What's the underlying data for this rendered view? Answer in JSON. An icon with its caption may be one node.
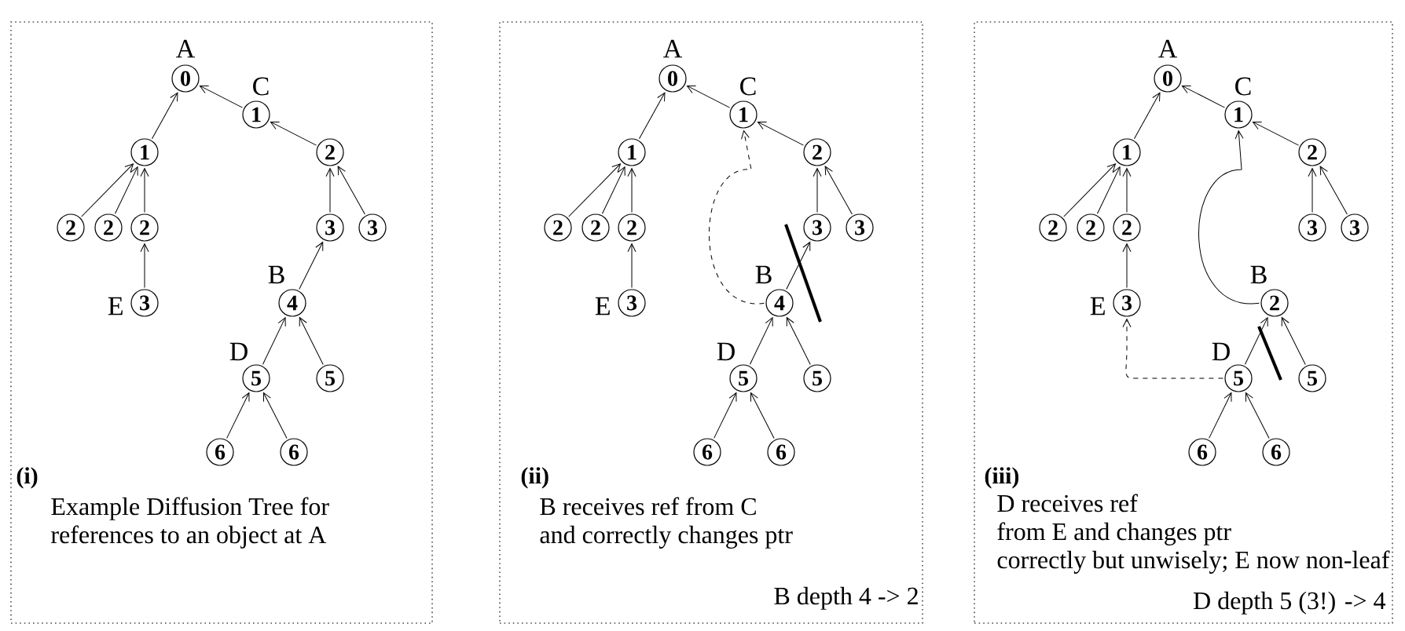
{
  "diagram": {
    "nodes": [
      {
        "text": [
          "(i)",
          "Example Diffusion Tree for references to an object at A"
        ]
      },
      {
        "text": [
          "0"
        ],
        "beside": [
          "A"
        ],
        "in": 0
      },
      {
        "text": [
          "1"
        ],
        "beside": [
          "C"
        ],
        "in": 0
      },
      {
        "text": [
          "1"
        ],
        "in": 0
      },
      {
        "text": [
          "2"
        ],
        "in": 0
      },
      {
        "text": [
          "2"
        ],
        "in": 0
      },
      {
        "text": [
          "2"
        ],
        "in": 0
      },
      {
        "text": [
          "2"
        ],
        "in": 0
      },
      {
        "text": [
          "3"
        ],
        "in": 0
      },
      {
        "text": [
          "3"
        ],
        "in": 0
      },
      {
        "text": [
          "3"
        ],
        "beside": [
          "E"
        ],
        "in": 0
      },
      {
        "text": [
          "4"
        ],
        "beside": [
          "B"
        ],
        "in": 0
      },
      {
        "text": [
          "5"
        ],
        "beside": [
          "D"
        ],
        "in": 0
      },
      {
        "text": [
          "5"
        ],
        "in": 0
      },
      {
        "text": [
          "6"
        ],
        "in": 0
      },
      {
        "text": [
          "6"
        ],
        "in": 0
      },
      {
        "text": [
          "(ii)",
          "B receives ref from C and correctly changes ptr",
          "B depth 4 -> 2"
        ]
      },
      {
        "text": [
          "0"
        ],
        "beside": [
          "A"
        ],
        "in": 16
      },
      {
        "text": [
          "1"
        ],
        "beside": [
          "C"
        ],
        "in": 16
      },
      {
        "text": [
          "1"
        ],
        "in": 16
      },
      {
        "text": [
          "2"
        ],
        "in": 16
      },
      {
        "text": [
          "2"
        ],
        "in": 16
      },
      {
        "text": [
          "2"
        ],
        "in": 16
      },
      {
        "text": [
          "2"
        ],
        "in": 16
      },
      {
        "text": [
          "3"
        ],
        "in": 16
      },
      {
        "text": [
          "3"
        ],
        "in": 16
      },
      {
        "text": [
          "3"
        ],
        "beside": [
          "E"
        ],
        "in": 16
      },
      {
        "text": [
          "4"
        ],
        "beside": [
          "B"
        ],
        "in": 16
      },
      {
        "text": [
          "5"
        ],
        "beside": [
          "D"
        ],
        "in": 16
      },
      {
        "text": [
          "5"
        ],
        "in": 16
      },
      {
        "text": [
          "6"
        ],
        "in": 16
      },
      {
        "text": [
          "6"
        ],
        "in": 16
      },
      {
        "text": [
          "(iii)",
          "D receives ref from E and changes ptr correctly but unwisely; E now non-leaf",
          "D depth 5 (3!) -> 4"
        ]
      },
      {
        "text": [
          "0"
        ],
        "beside": [
          "A"
        ],
        "in": 32
      },
      {
        "text": [
          "1"
        ],
        "beside": [
          "C"
        ],
        "in": 32
      },
      {
        "text": [
          "1"
        ],
        "in": 32
      },
      {
        "text": [
          "2"
        ],
        "in": 32
      },
      {
        "text": [
          "2"
        ],
        "in": 32
      },
      {
        "text": [
          "2"
        ],
        "in": 32
      },
      {
        "text": [
          "2"
        ],
        "in": 32
      },
      {
        "text": [
          "3"
        ],
        "in": 32
      },
      {
        "text": [
          "3"
        ],
        "in": 32
      },
      {
        "text": [
          "3"
        ],
        "beside": [
          "E"
        ],
        "in": 32
      },
      {
        "text": [
          "2"
        ],
        "beside": [
          "B"
        ],
        "in": 32
      },
      {
        "text": [
          "5"
        ],
        "beside": [
          "D"
        ],
        "in": 32
      },
      {
        "text": [
          "5"
        ],
        "in": 32
      },
      {
        "text": [
          "6"
        ],
        "in": 32
      },
      {
        "text": [
          "6"
        ],
        "in": 32
      }
    ],
    "edges": [
      {
        "from": 2,
        "to": 1,
        "arrow": "to"
      },
      {
        "from": 3,
        "to": 1,
        "arrow": "to"
      },
      {
        "from": 4,
        "to": 2,
        "arrow": "to"
      },
      {
        "from": 5,
        "to": 3,
        "arrow": "to"
      },
      {
        "from": 6,
        "to": 3,
        "arrow": "to"
      },
      {
        "from": 7,
        "to": 3,
        "arrow": "to"
      },
      {
        "from": 8,
        "to": 4,
        "arrow": "to"
      },
      {
        "from": 9,
        "to": 4,
        "arrow": "to"
      },
      {
        "from": 10,
        "to": 7,
        "arrow": "to"
      },
      {
        "from": 11,
        "to": 8,
        "arrow": "to"
      },
      {
        "from": 12,
        "to": 11,
        "arrow": "to"
      },
      {
        "from": 13,
        "to": 11,
        "arrow": "to"
      },
      {
        "from": 14,
        "to": 12,
        "arrow": "to"
      },
      {
        "from": 15,
        "to": 12,
        "arrow": "to"
      },
      {
        "from": 18,
        "to": 17,
        "arrow": "to"
      },
      {
        "from": 19,
        "to": 17,
        "arrow": "to"
      },
      {
        "from": 20,
        "to": 18,
        "arrow": "to"
      },
      {
        "from": 21,
        "to": 19,
        "arrow": "to"
      },
      {
        "from": 22,
        "to": 19,
        "arrow": "to"
      },
      {
        "from": 23,
        "to": 19,
        "arrow": "to"
      },
      {
        "from": 24,
        "to": 20,
        "arrow": "to"
      },
      {
        "from": 25,
        "to": 20,
        "arrow": "to"
      },
      {
        "from": 26,
        "to": 23,
        "arrow": "to"
      },
      {
        "from": 27,
        "to": 24,
        "arrow": "to"
      },
      {
        "from": 28,
        "to": 27,
        "arrow": "to"
      },
      {
        "from": 29,
        "to": 27,
        "arrow": "to"
      },
      {
        "from": 30,
        "to": 28,
        "arrow": "to"
      },
      {
        "from": 31,
        "to": 28,
        "arrow": "to"
      },
      {
        "from": 27,
        "to": 18,
        "arrow": "to",
        "style": "dashed"
      },
      {
        "from": 34,
        "to": 33,
        "arrow": "to"
      },
      {
        "from": 35,
        "to": 33,
        "arrow": "to"
      },
      {
        "from": 36,
        "to": 34,
        "arrow": "to"
      },
      {
        "from": 37,
        "to": 35,
        "arrow": "to"
      },
      {
        "from": 38,
        "to": 35,
        "arrow": "to"
      },
      {
        "from": 39,
        "to": 35,
        "arrow": "to"
      },
      {
        "from": 40,
        "to": 36,
        "arrow": "to"
      },
      {
        "from": 41,
        "to": 36,
        "arrow": "to"
      },
      {
        "from": 42,
        "to": 39,
        "arrow": "to"
      },
      {
        "from": 44,
        "to": 43,
        "arrow": "to"
      },
      {
        "from": 45,
        "to": 43,
        "arrow": "to"
      },
      {
        "from": 46,
        "to": 44,
        "arrow": "to"
      },
      {
        "from": 47,
        "to": 44,
        "arrow": "to"
      },
      {
        "from": 43,
        "to": 34,
        "arrow": "to"
      },
      {
        "from": 44,
        "to": 42,
        "arrow": "to",
        "style": "dashed"
      }
    ]
  }
}
